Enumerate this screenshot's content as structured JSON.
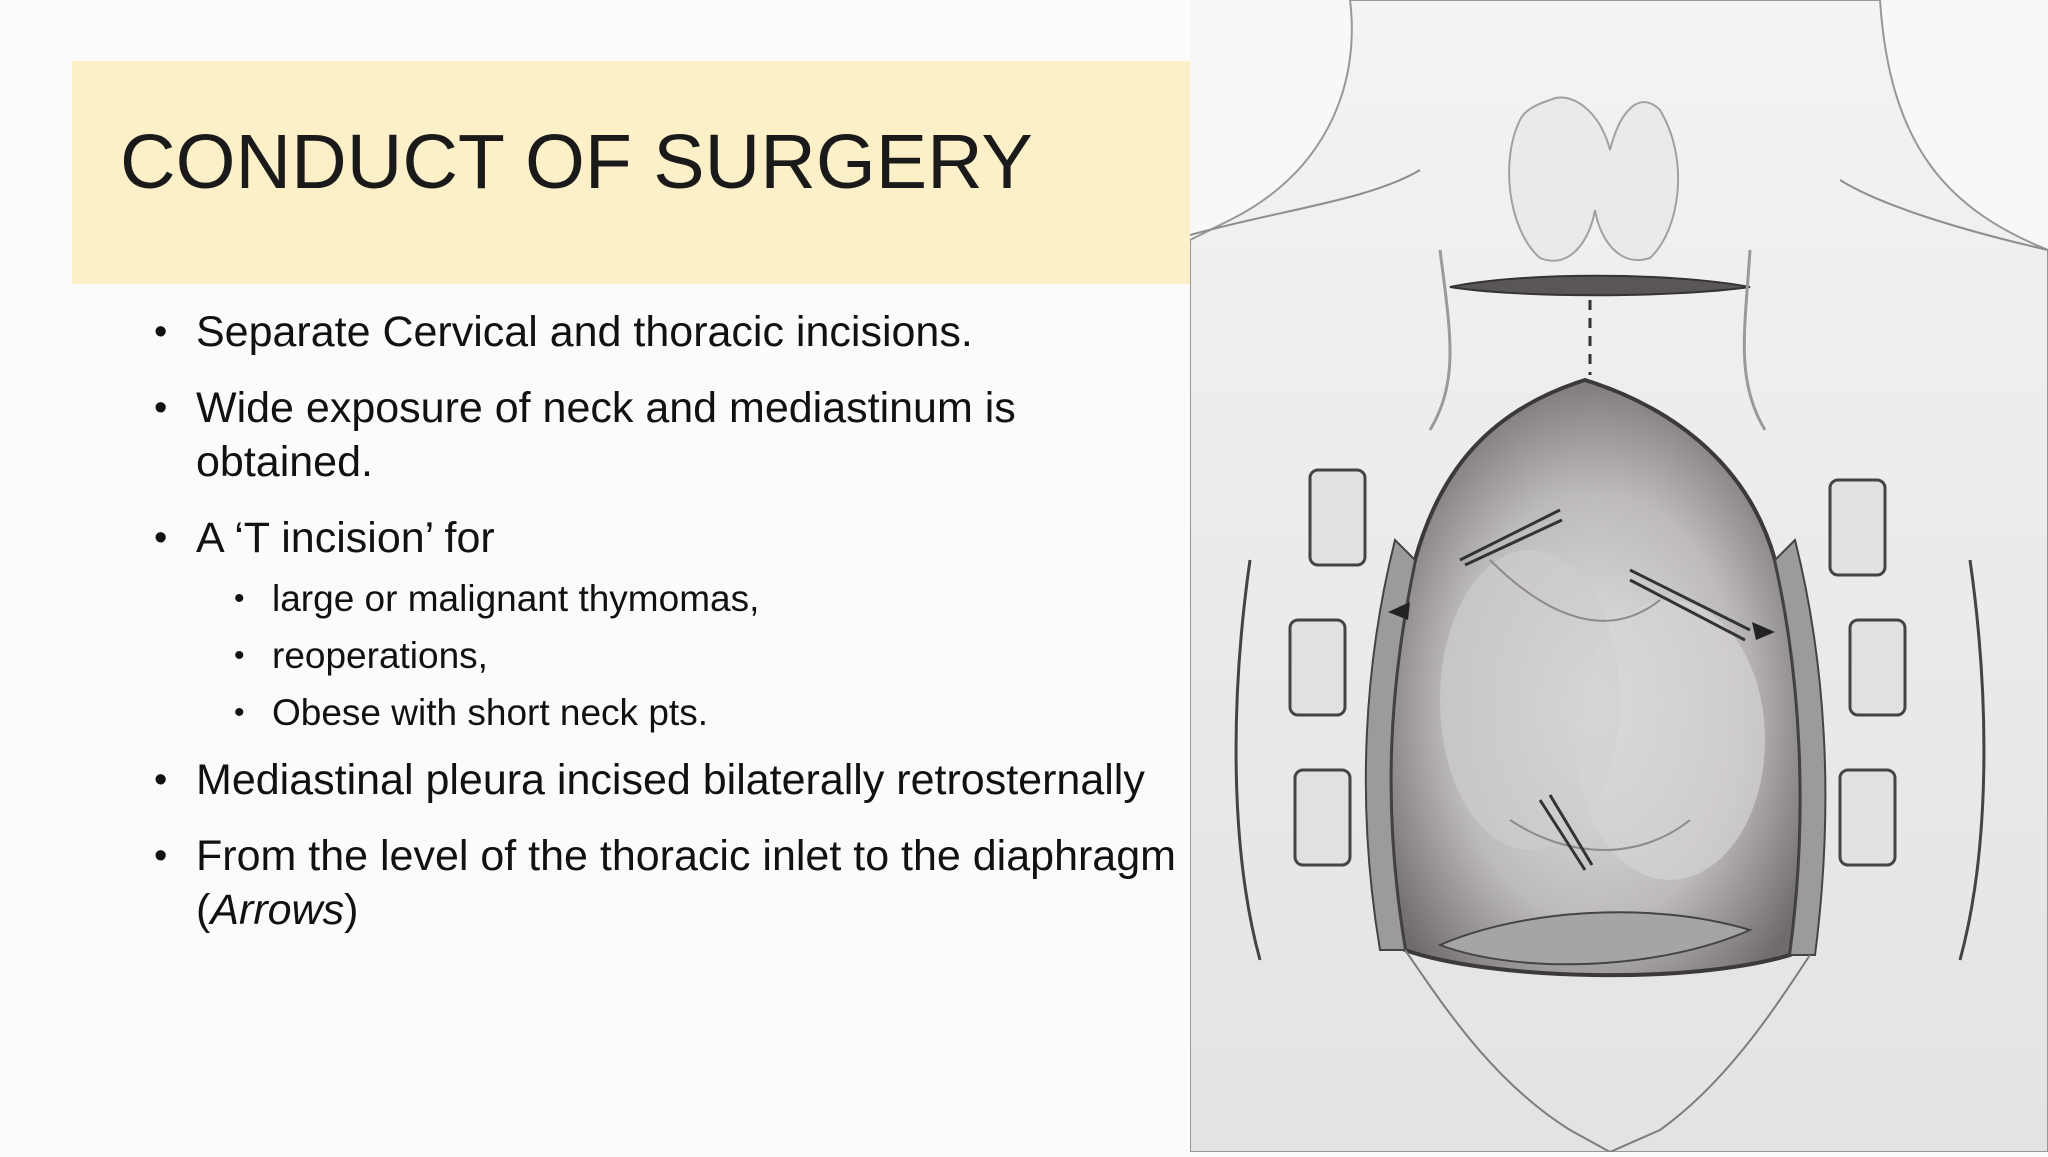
{
  "slide": {
    "title": "CONDUCT OF SURGERY",
    "bullets": [
      {
        "text": "Separate Cervical and thoracic incisions."
      },
      {
        "text": "Wide exposure of neck and mediastinum is obtained."
      },
      {
        "text": "A ‘T incision’ for"
      },
      {
        "text": "Mediastinal pleura incised bilaterally retrosternally"
      },
      {
        "text_main": "From the level of the thoracic inlet to the diaphragm (",
        "text_italic": "Arrows",
        "text_end": ")"
      }
    ],
    "sub_bullets": [
      "large or malignant thymomas,",
      "reoperations,",
      "Obese with short neck pts."
    ]
  },
  "colors": {
    "title_band": "#fcf0c8",
    "text": "#111111"
  },
  "illustration": {
    "subject": "surgical drawing of median sternotomy with cervical incision and retractors exposing mediastinum"
  }
}
